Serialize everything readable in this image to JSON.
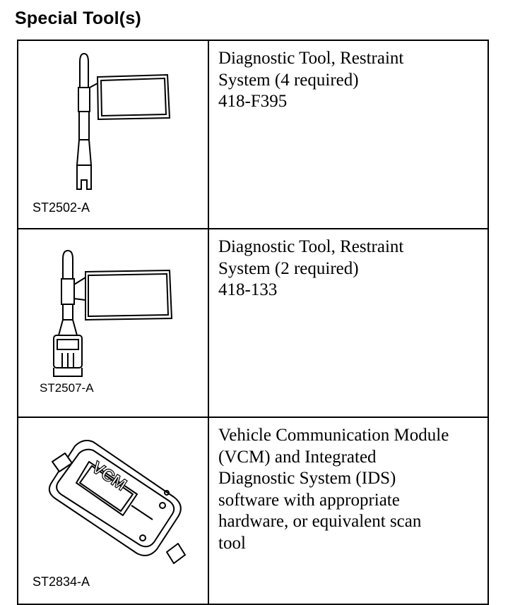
{
  "title": "Special Tool(s)",
  "tools": [
    {
      "code": "ST2502-A",
      "icon": "restraint-diagnostic-tool-icon",
      "description_lines": [
        "Diagnostic Tool, Restraint",
        "System (4 required)",
        "418-F395"
      ]
    },
    {
      "code": "ST2507-A",
      "icon": "restraint-diagnostic-tool-connector-icon",
      "description_lines": [
        "Diagnostic Tool, Restraint",
        "System (2 required)",
        "418-133"
      ]
    },
    {
      "code": "ST2834-A",
      "icon": "vcm-module-icon",
      "illustration_text": "VCM",
      "description_lines": [
        "Vehicle Communication Module",
        "(VCM) and Integrated",
        "Diagnostic System (IDS)",
        "software with appropriate",
        "hardware, or equivalent scan",
        "tool"
      ]
    }
  ]
}
